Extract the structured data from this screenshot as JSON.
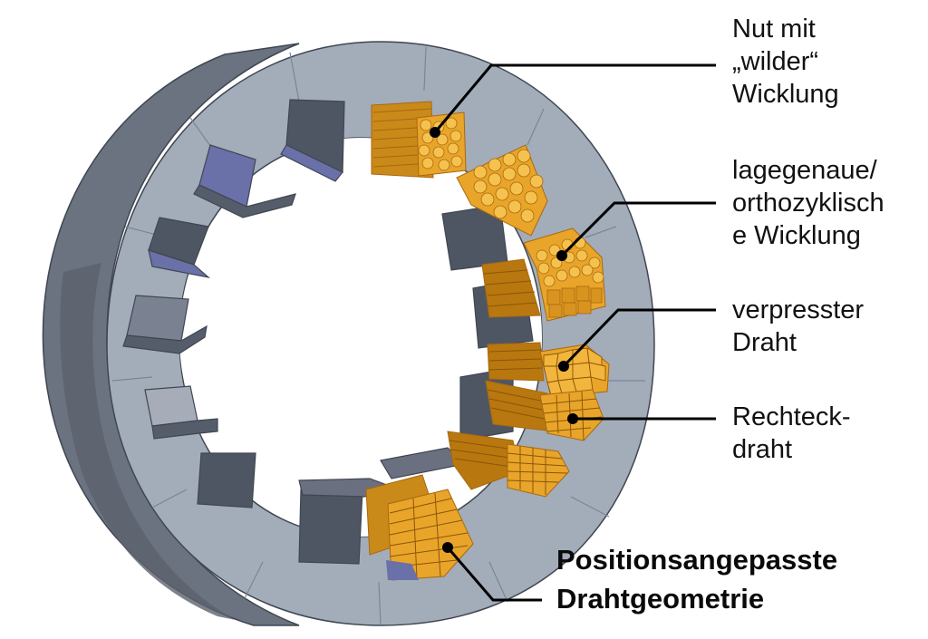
{
  "colors": {
    "background": "#ffffff",
    "stator_face": "#a3acb9",
    "stator_face_light": "#b4bcc8",
    "stator_outer_side": "#6b7280",
    "stator_edge": "#3f4652",
    "tooth_face": "#4f5663",
    "slot_shadow": "#6a70a8",
    "copper": "#e8a52a",
    "copper_dark": "#a8680e",
    "copper_light": "#f6c24f",
    "leader_line": "#000000",
    "label_text": "#111111"
  },
  "labels": [
    {
      "id": "wild",
      "lines": [
        "Nut mit",
        "„wilder“",
        "Wicklung"
      ]
    },
    {
      "id": "ortho",
      "lines": [
        "lagegenaue/",
        "orthozyklisch",
        "e Wicklung"
      ]
    },
    {
      "id": "pressed",
      "lines": [
        "verpresster",
        "Draht"
      ]
    },
    {
      "id": "rect",
      "lines": [
        "Rechteck-",
        "draht"
      ]
    },
    {
      "id": "adapted",
      "lines": [
        "Positionsangepasste",
        "Drahtgeometrie"
      ]
    }
  ]
}
